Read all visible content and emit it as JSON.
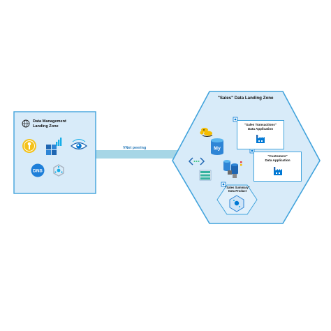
{
  "dmlz": {
    "title_line1": "Data Management",
    "title_line2": "Landing Zone"
  },
  "peering": {
    "label": "VNet peering"
  },
  "dlz": {
    "title": "\"Sales\" Data Landing Zone",
    "app_sales_line1": "\"Sales Transactions\"",
    "app_sales_line2": "Data Application",
    "app_customers_line1": "\"Customers\"",
    "app_customers_line2": "Data Application",
    "product_line1": "\"Sales Summary\"",
    "product_line2": "Data Product"
  },
  "icons": {
    "dmlz": [
      "globe-icon",
      "key-vault-icon",
      "analytics-icon",
      "purview-eye-icon",
      "dns-icon",
      "graph-hex-icon"
    ],
    "dlz": [
      "databricks-icon",
      "mysql-icon",
      "vnet-arrows-icon",
      "storage-icon",
      "sql-cubes-icon",
      "factory-icon",
      "data-product-icon"
    ]
  },
  "colors": {
    "hex_fill": "#d8ebf9",
    "hex_border": "#41a3dc",
    "peering_band": "#a6d6e6",
    "accent": "#0078d4"
  }
}
